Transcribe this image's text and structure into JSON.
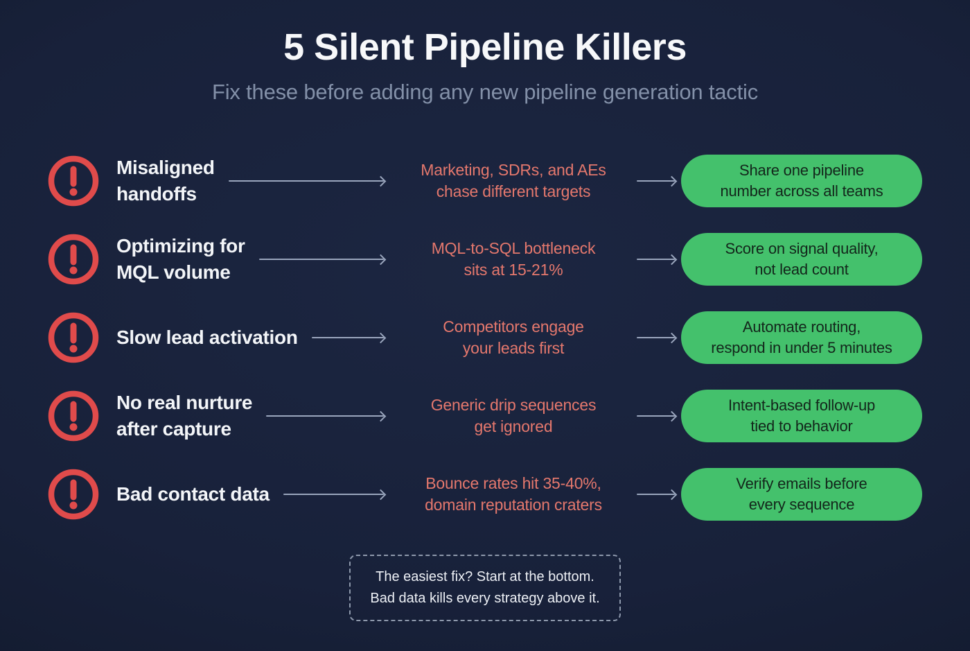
{
  "header": {
    "title": "5 Silent Pipeline Killers",
    "subtitle": "Fix these before adding any new pipeline generation tactic"
  },
  "rows": [
    {
      "problem": "Misaligned\nhandoffs",
      "consequence": "Marketing, SDRs, and AEs\nchase different targets",
      "solution": "Share one pipeline\nnumber across all teams"
    },
    {
      "problem": "Optimizing for\nMQL volume",
      "consequence": "MQL-to-SQL bottleneck\nsits at 15-21%",
      "solution": "Score on signal quality,\nnot lead count"
    },
    {
      "problem": "Slow lead activation",
      "consequence": "Competitors engage\nyour leads first",
      "solution": "Automate routing,\nrespond in under 5 minutes"
    },
    {
      "problem": "No real nurture\nafter capture",
      "consequence": "Generic drip sequences\nget ignored",
      "solution": "Intent-based follow-up\ntied to behavior"
    },
    {
      "problem": "Bad contact data",
      "consequence": "Bounce rates hit 35-40%,\ndomain reputation craters",
      "solution": "Verify emails before\nevery sequence"
    }
  ],
  "note": {
    "text": "The easiest fix? Start at the bottom.\nBad data kills every strategy above it."
  },
  "icons": {
    "row_icon": "alert-exclamation-circle",
    "arrow_icon": "arrow-right"
  },
  "colors": {
    "background": "#18213a",
    "accent_red": "#e04b4b",
    "accent_green": "#44c16c",
    "consequence_text": "#e5786d",
    "pill_text": "#13261b",
    "subtitle_text": "#8390a8",
    "arrow": "#9aa6bd",
    "note_border": "#8e99ac"
  }
}
